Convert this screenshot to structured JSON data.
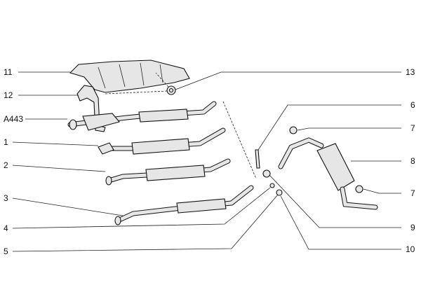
{
  "diagram": {
    "left_labels": [
      "11",
      "12",
      "A443",
      "1",
      "2",
      "3",
      "4",
      "5"
    ],
    "right_labels": [
      "13",
      "6",
      "7",
      "8",
      "7",
      "9",
      "10"
    ]
  }
}
